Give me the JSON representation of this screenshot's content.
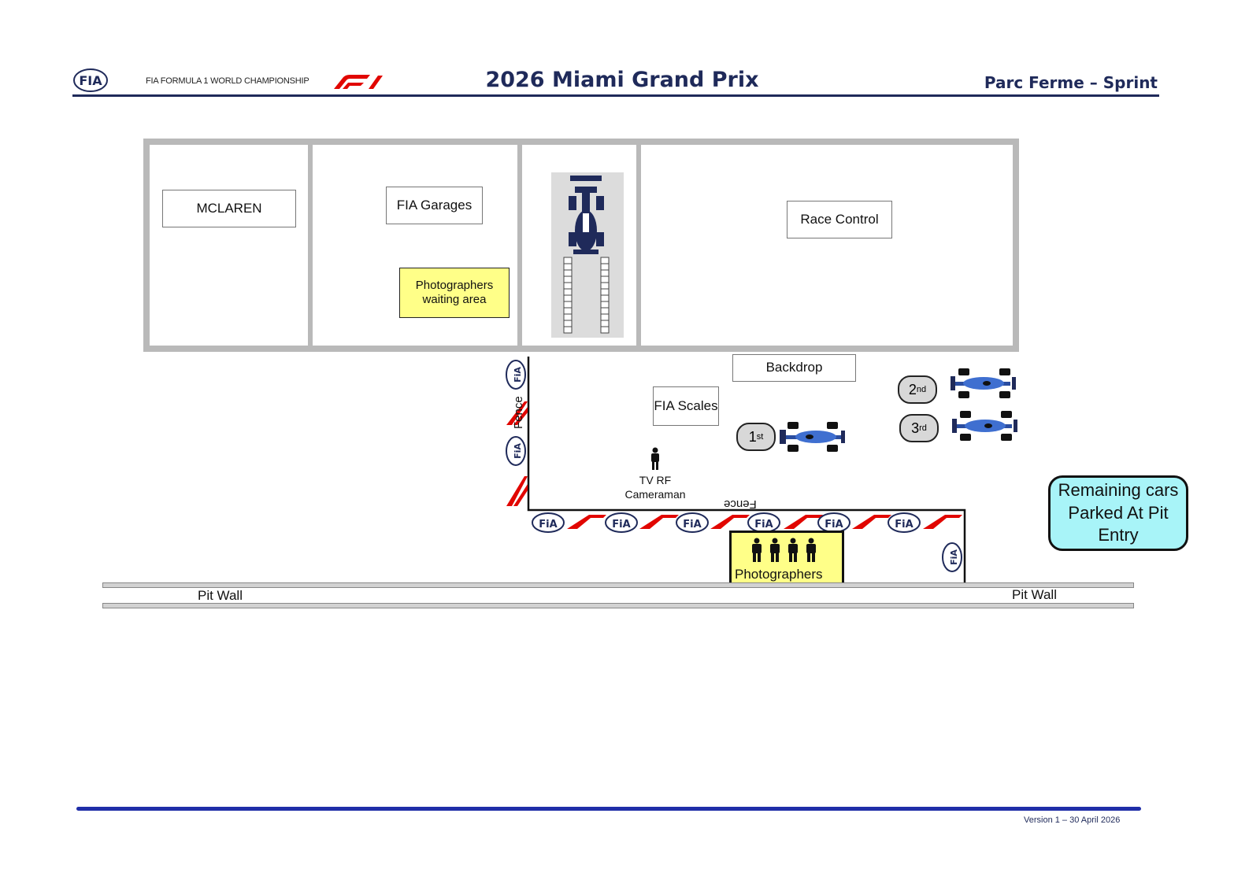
{
  "header": {
    "championship": "FIA FORMULA 1 WORLD CHAMPIONSHIP",
    "title": "2026 Miami Grand Prix",
    "subtitle": "Parc Ferme – Sprint",
    "fia_logo": "FIA",
    "f1_logo": "F1"
  },
  "rooms": {
    "mclaren": "MCLAREN",
    "fia_garages": "FIA Garages",
    "photographers_waiting": "Photographers waiting area",
    "race_control": "Race Control"
  },
  "area": {
    "backdrop": "Backdrop",
    "fia_scales": "FIA Scales",
    "tv_rf": "TV RF Cameraman",
    "fence_label": "Fence",
    "photographers": "Photographers",
    "pit_wall_left": "Pit Wall",
    "pit_wall_right": "Pit Wall",
    "remaining_cars": "Remaining cars Parked At Pit Entry"
  },
  "positions": {
    "first_num": "1",
    "first_sup": "st",
    "second_num": "2",
    "second_sup": "nd",
    "third_num": "3",
    "third_sup": "rd"
  },
  "footer": {
    "version": "Version 1 – 30 April 2026"
  },
  "colors": {
    "navy": "#1f2a5a",
    "f1_red": "#e10600",
    "yellow": "#ffff88",
    "cyan": "#a8f4f8",
    "footer_blue": "#1f2ea8"
  }
}
